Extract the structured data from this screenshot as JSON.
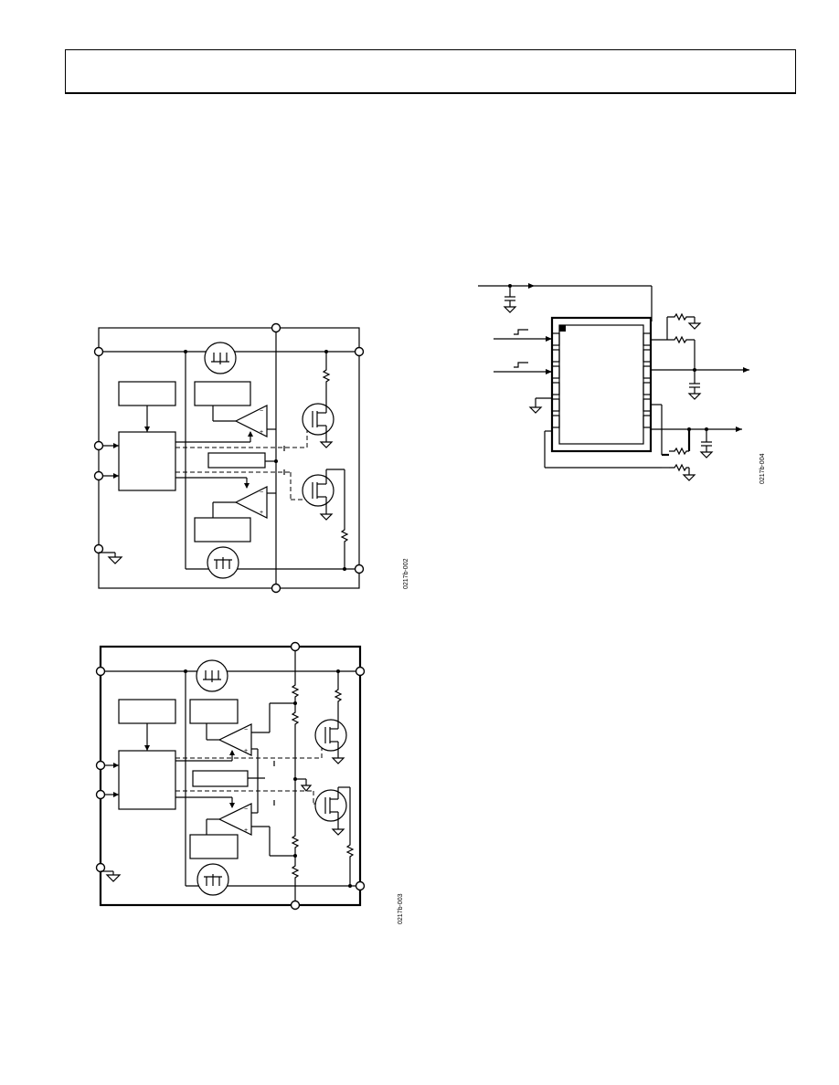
{
  "figures": [
    {
      "id": "fig1",
      "code": "0217b-002"
    },
    {
      "id": "fig2",
      "code": "0217b-003"
    },
    {
      "id": "fig3",
      "code": "0217b-004"
    }
  ]
}
